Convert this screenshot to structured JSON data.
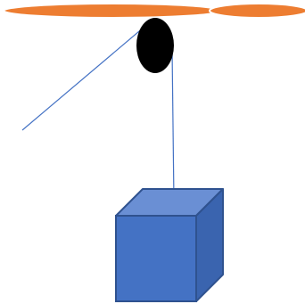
{
  "diagram": {
    "colors": {
      "background": "#ffffff",
      "ceiling_fill": "#ED7D31",
      "ceiling_outline": "#ffffff",
      "pulley_fill": "#000000",
      "rope": "#4472C4",
      "box_front": "#4472C4",
      "box_top": "#6A8FD4",
      "box_side": "#3A64AF",
      "box_outline": "#2F528F"
    },
    "elements": {
      "ceiling": "ceiling-beam",
      "pulley": "pulley-wheel",
      "rope_left": "rope-segment-left",
      "rope_right": "rope-segment-to-box",
      "box": "hanging-block"
    }
  }
}
